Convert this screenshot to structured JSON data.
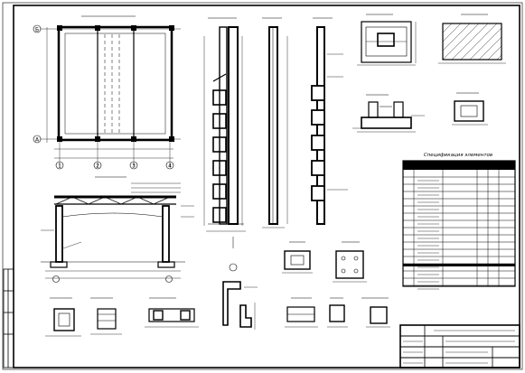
{
  "sheet": {
    "grid_axes": {
      "rows": [
        "Б",
        "А"
      ],
      "cols": [
        "1",
        "2",
        "3",
        "4"
      ]
    },
    "spec_table": {
      "title": "Спецификация элементов"
    },
    "colors": {
      "ink": "#000000",
      "paper": "#ffffff"
    }
  }
}
